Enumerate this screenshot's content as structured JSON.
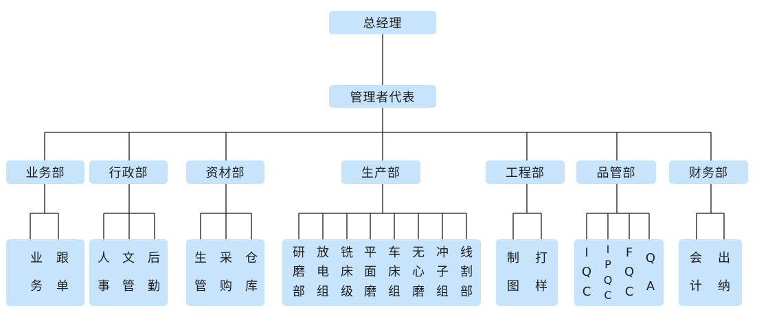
{
  "top": "总经理",
  "rep": "管理者代表",
  "departments": [
    {
      "name": "业务部",
      "subs": [
        [
          "业",
          "务"
        ],
        [
          "跟",
          "单"
        ]
      ]
    },
    {
      "name": "行政部",
      "subs": [
        [
          "人",
          "事"
        ],
        [
          "文",
          "管"
        ],
        [
          "后",
          "勤"
        ]
      ]
    },
    {
      "name": "资材部",
      "subs": [
        [
          "生",
          "管"
        ],
        [
          "采",
          "购"
        ],
        [
          "仓",
          "库"
        ]
      ]
    },
    {
      "name": "生产部",
      "subs": [
        [
          "研",
          "磨",
          "部"
        ],
        [
          "放",
          "电",
          "组"
        ],
        [
          "铣",
          "床",
          "级"
        ],
        [
          "平",
          "面",
          "磨"
        ],
        [
          "车",
          "床",
          "组"
        ],
        [
          "无",
          "心",
          "磨"
        ],
        [
          "冲",
          "子",
          "组"
        ],
        [
          "线",
          "割",
          "部"
        ]
      ]
    },
    {
      "name": "工程部",
      "subs": [
        [
          "制",
          "图"
        ],
        [
          "打",
          "样"
        ]
      ]
    },
    {
      "name": "品管部",
      "subs": [
        [
          "I",
          "Q",
          "C"
        ],
        [
          "I",
          "P",
          "Q",
          "C"
        ],
        [
          "F",
          "Q",
          "C"
        ],
        [
          "Q",
          "A"
        ]
      ]
    },
    {
      "name": "财务部",
      "subs": [
        [
          "会",
          "计"
        ],
        [
          "出",
          "纳"
        ]
      ]
    }
  ],
  "colors": {
    "box": "#c6e4fb",
    "line": "#1a1a1a"
  }
}
